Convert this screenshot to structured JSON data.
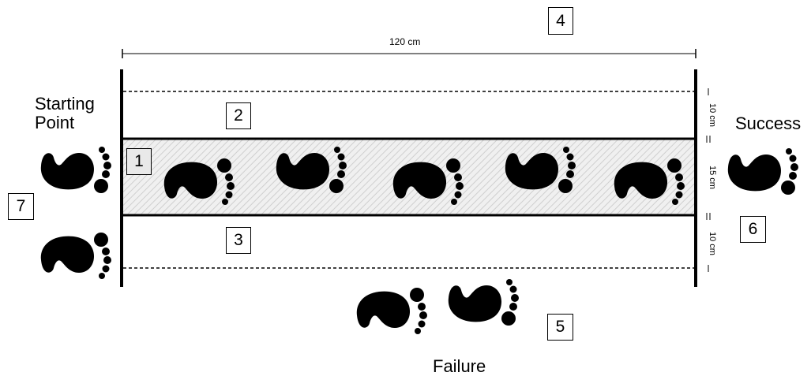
{
  "texts": {
    "starting_point_line1": "Starting",
    "starting_point_line2": "Point",
    "success": "Success",
    "failure": "Failure",
    "width_label": "120 cm",
    "upper_margin": "10 cm",
    "path_width": "15 cm",
    "lower_margin": "10 cm"
  },
  "boxes": {
    "b1": "1",
    "b2": "2",
    "b3": "3",
    "b4": "4",
    "b5": "5",
    "b6": "6",
    "b7": "7"
  }
}
